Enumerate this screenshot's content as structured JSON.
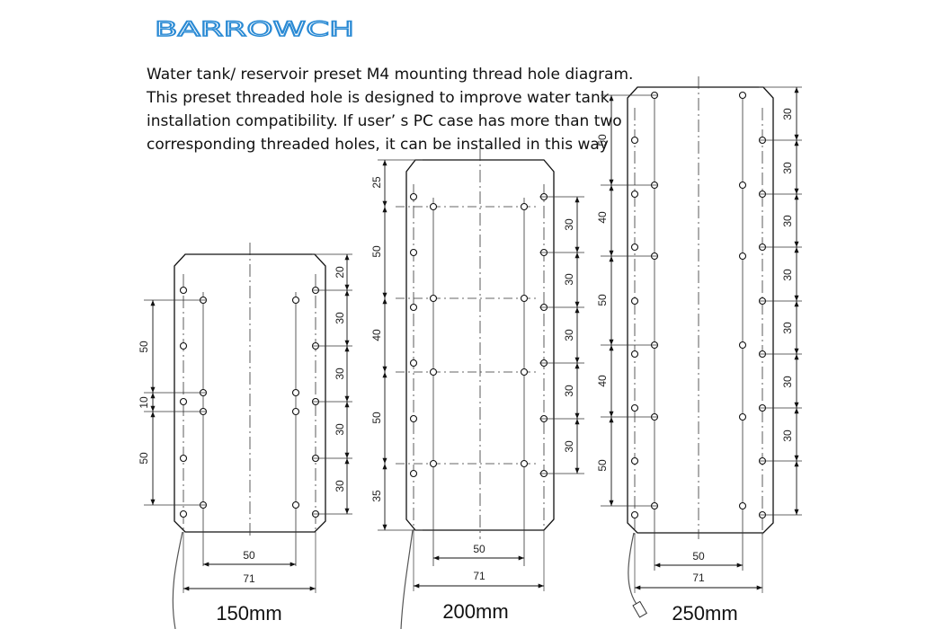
{
  "brand": {
    "logo_text": "BARROWCH",
    "color": "#2a8ad4"
  },
  "description": [
    "Water tank/ reservoir preset M4 mounting thread hole diagram.",
    "This preset threaded hole is designed to improve water tank",
    "installation compatibility. If user’ s PC case has more than two",
    "corresponding threaded holes, it can be installed in this way"
  ],
  "tanks": [
    {
      "caption": "150mm",
      "width_inner": "50",
      "width_outer": "71",
      "left_dims": [
        "50",
        "10",
        "50"
      ],
      "right_dims": [
        "20",
        "30",
        "30",
        "30",
        "30"
      ]
    },
    {
      "caption": "200mm",
      "width_inner": "50",
      "width_outer": "71",
      "left_dims": [
        "25",
        "50",
        "40",
        "50",
        "35"
      ],
      "right_dims": [
        "30",
        "30",
        "30",
        "30",
        "30"
      ]
    },
    {
      "caption": "250mm",
      "width_inner": "50",
      "width_outer": "71",
      "left_dims": [
        "50",
        "40",
        "50",
        "40",
        "50"
      ],
      "right_dims": [
        "30",
        "30",
        "30",
        "30",
        "30",
        "30",
        "30"
      ]
    }
  ]
}
